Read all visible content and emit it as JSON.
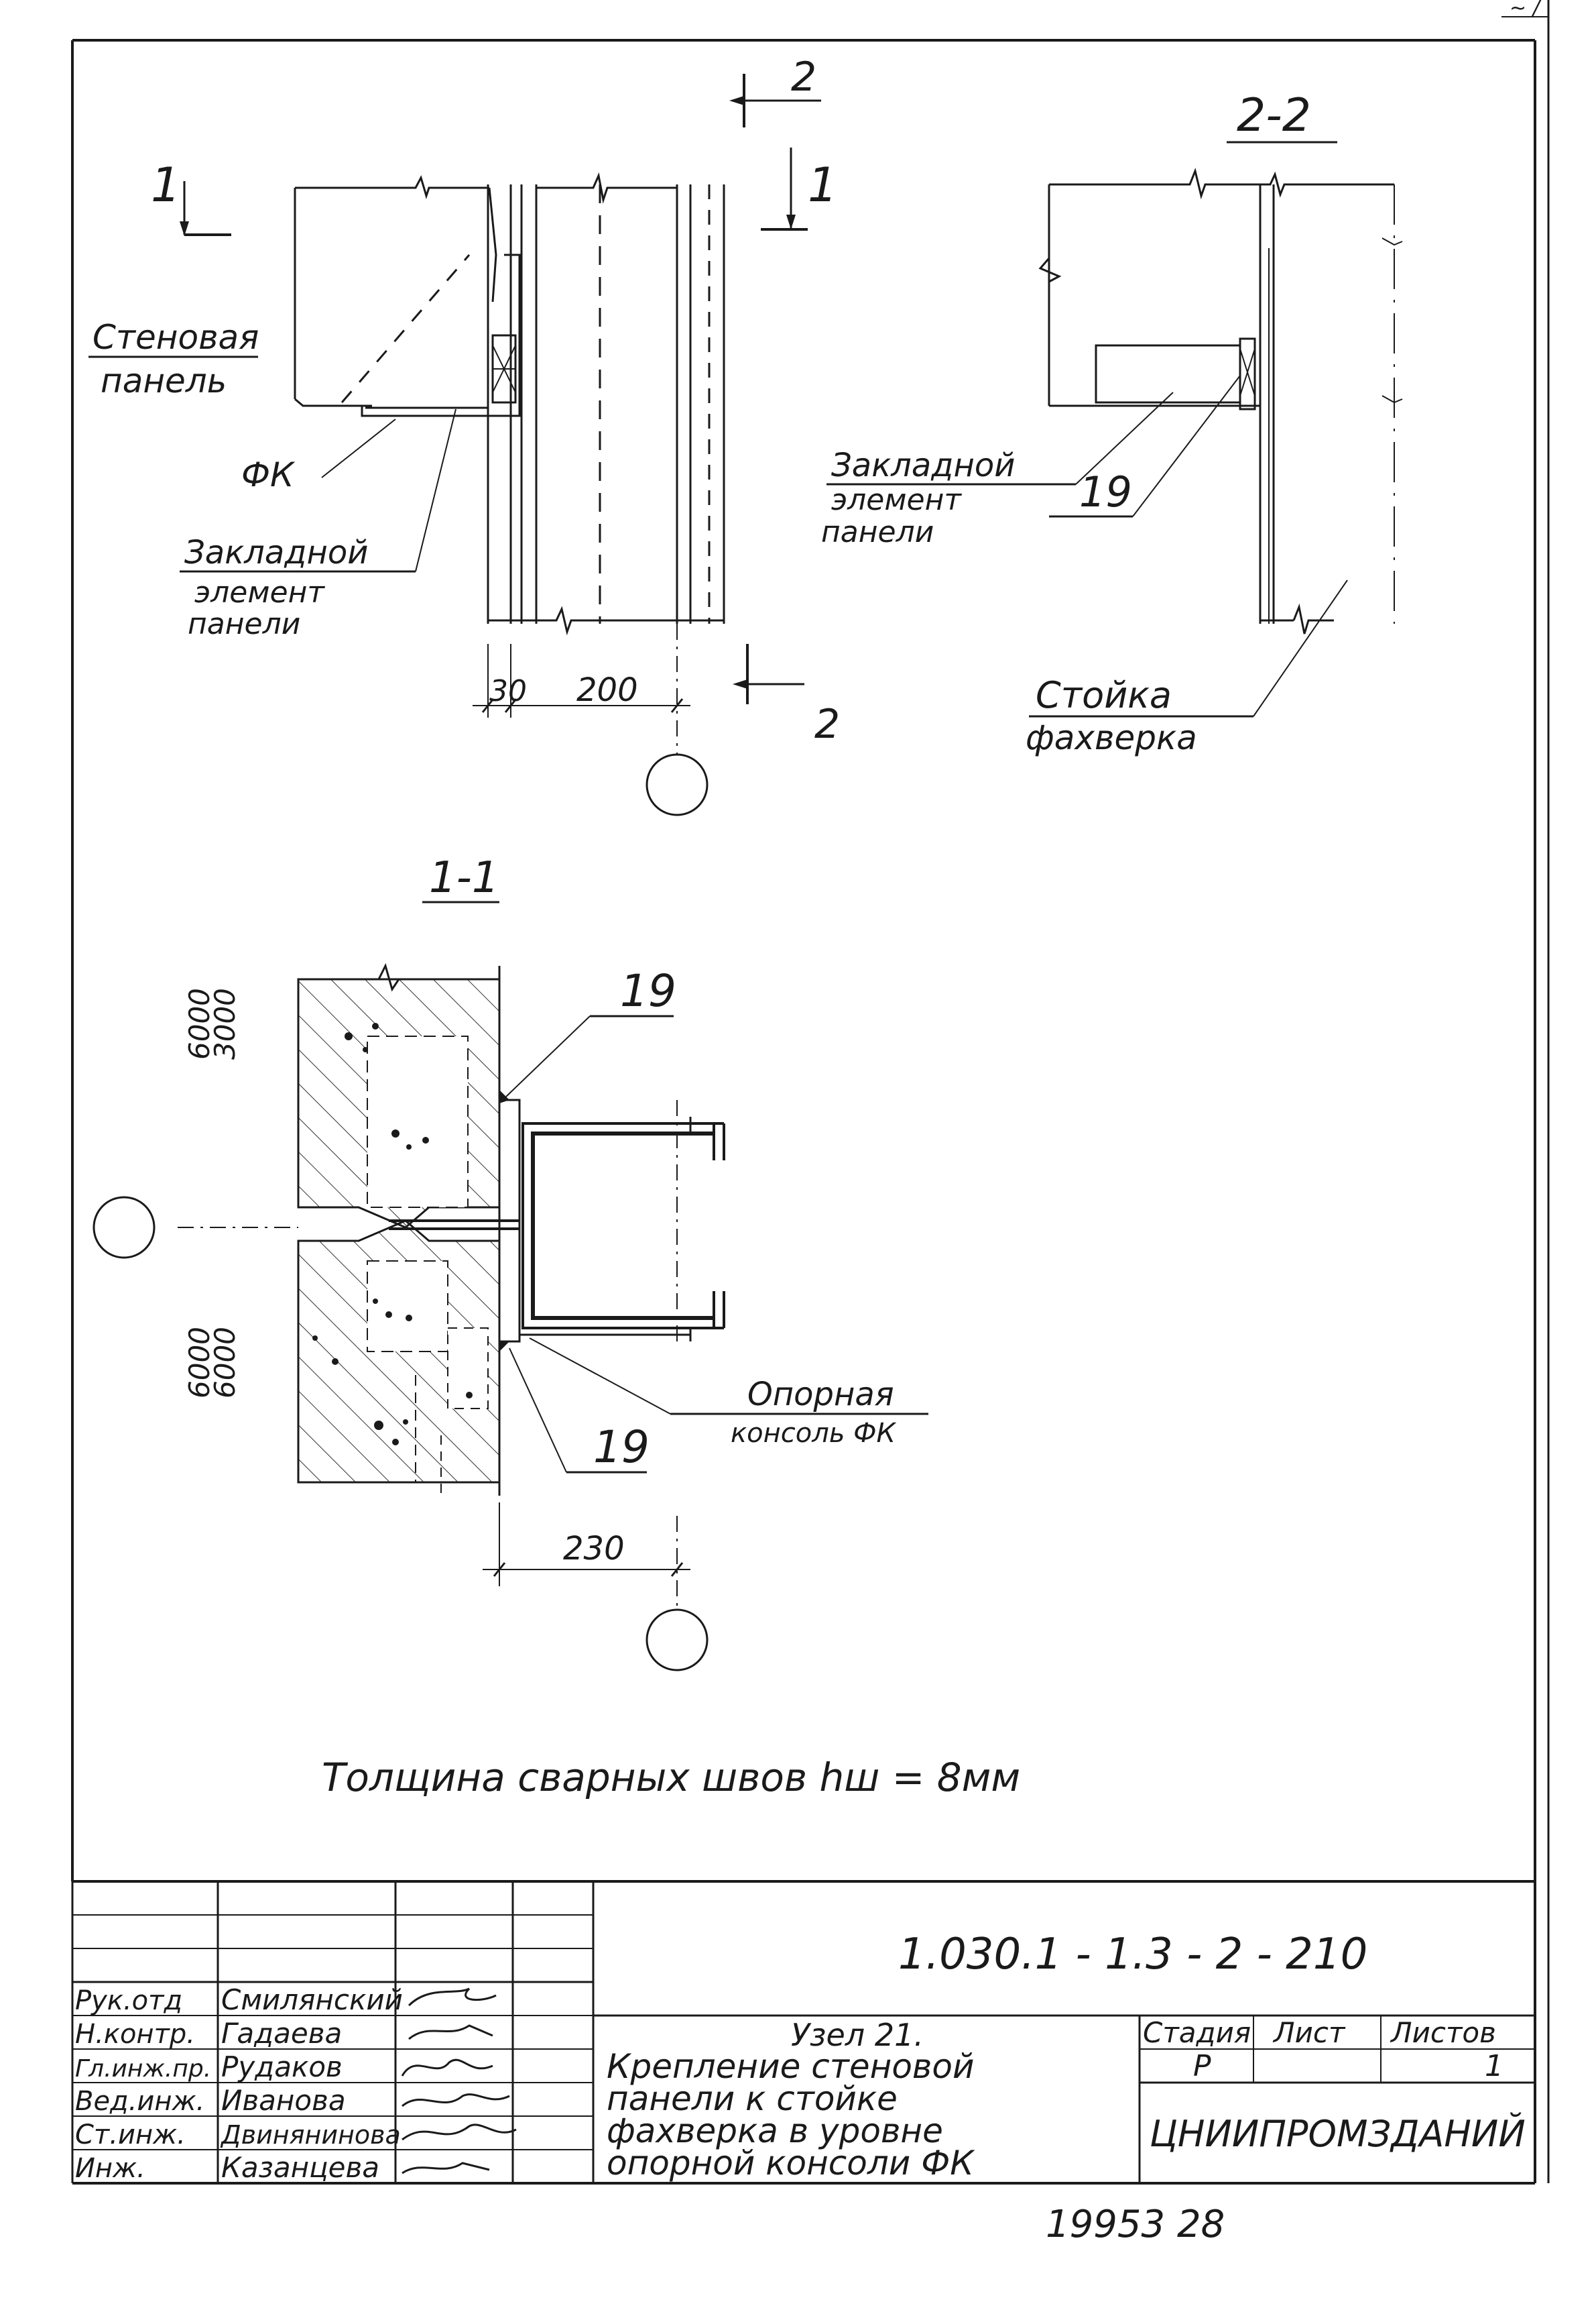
{
  "drawing": {
    "top_right_fragment": "~ /",
    "view_2_2": {
      "title": "2-2",
      "label_embedded": [
        "Закладной",
        "элемент",
        "панели"
      ],
      "label_19": "19",
      "label_column": [
        "Стойка",
        "фахверка"
      ]
    },
    "view_elevation": {
      "section_1_left": "1",
      "section_1_right": "1",
      "section_2_top": "2",
      "section_2_bottom": "2",
      "label_panel": [
        "Стеновая",
        "панель"
      ],
      "label_fk": "ФК",
      "label_embedded": [
        "Закладной",
        "элемент",
        "панели"
      ],
      "dim_small": "30",
      "dim_200": "200"
    },
    "view_1_1": {
      "title": "1-1",
      "dim_top": [
        "6000",
        "3000"
      ],
      "dim_bottom": [
        "6000",
        "6000"
      ],
      "label_19_top": "19",
      "label_19_bottom": "19",
      "label_console": [
        "Опорная",
        "консоль ФК"
      ],
      "dim_230": "230"
    },
    "weld_note": "Толщина сварных швов hш = 8мм"
  },
  "title_block": {
    "code": "1.030.1 - 1.3 - 2 - 210",
    "title_lines": [
      "Узел 21.",
      "Крепление стеновой",
      "панели к стойке",
      "фахверка в уровне",
      "опорной консоли ФК"
    ],
    "headers": {
      "stage": "Стадия",
      "sheet": "Лист",
      "sheets": "Листов"
    },
    "values": {
      "stage": "Р",
      "sheet": "",
      "sheets": "1"
    },
    "organization": "ЦНИИПРОМЗДАНИЙ",
    "staff": [
      {
        "role": "Рук.отд",
        "name": "Смилянский"
      },
      {
        "role": "Н.контр.",
        "name": "Гадаева"
      },
      {
        "role": "Гл.инж.пр.",
        "name": "Рудаков"
      },
      {
        "role": "Вед.инж.",
        "name": "Иванова"
      },
      {
        "role": "Ст.инж.",
        "name": "Двинянинова"
      },
      {
        "role": "Инж.",
        "name": "Казанцева"
      }
    ]
  },
  "footer_number": "19953  28"
}
